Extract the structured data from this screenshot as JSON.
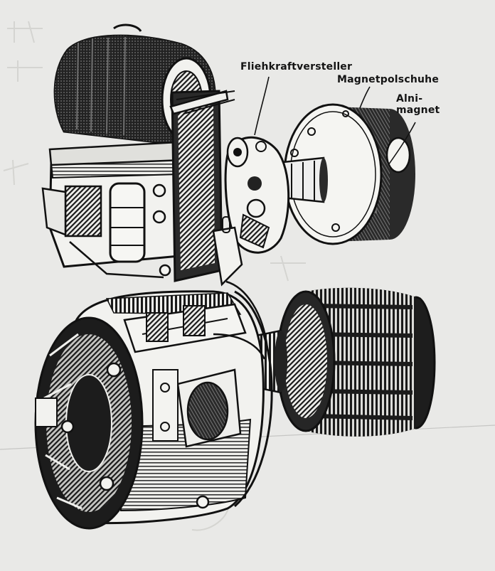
{
  "figure": {
    "labels": {
      "fliehkraftversteller": "Fliehkraftversteller",
      "magnetpolschuhe": "Magnetpolschuhe",
      "alnimagnet_line1": "Alni-",
      "alnimagnet_line2": "magnet"
    },
    "colors": {
      "paper": "#e9e9e7",
      "ink": "#111111"
    }
  }
}
